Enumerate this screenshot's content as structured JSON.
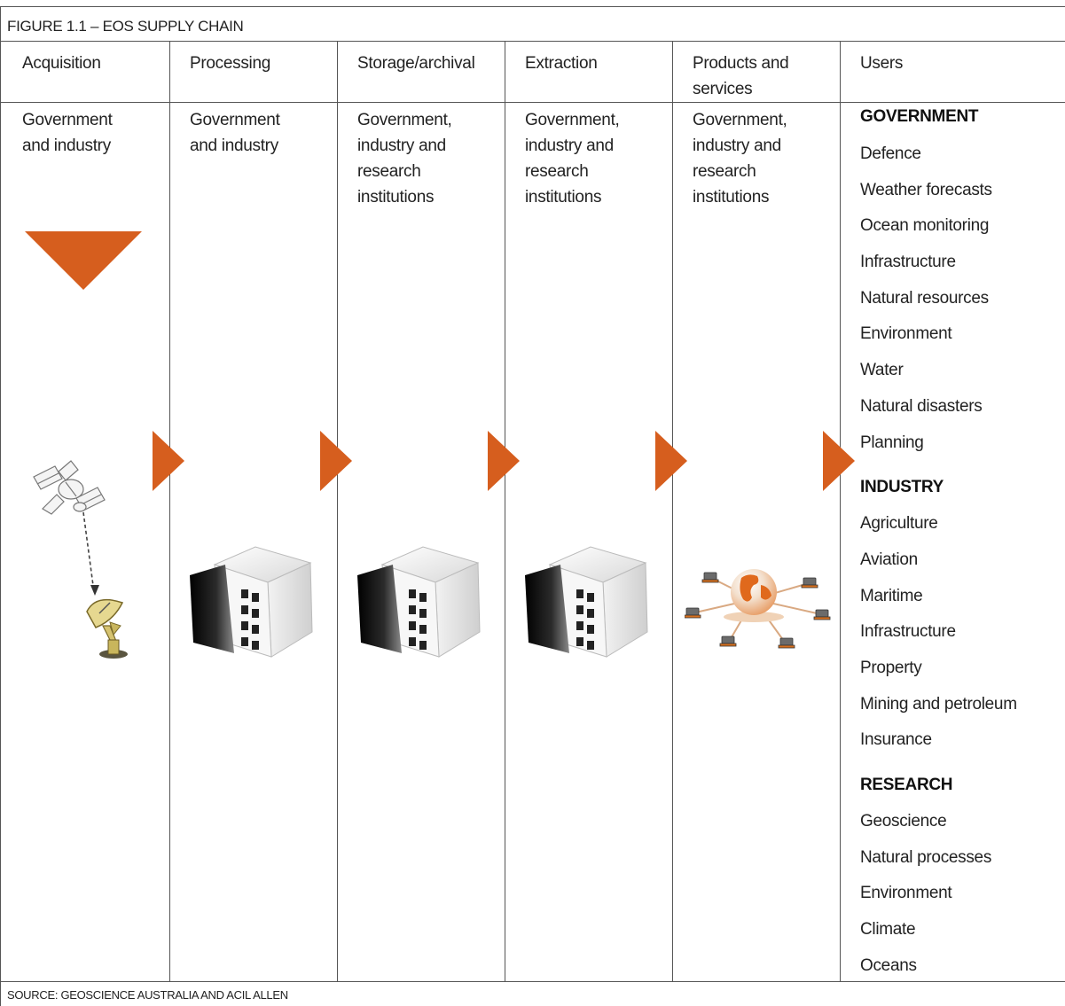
{
  "title": "FIGURE 1.1 – EOS SUPPLY CHAIN",
  "source": "SOURCE: GEOSCIENCE AUSTRALIA AND ACIL ALLEN",
  "colors": {
    "arrow": "#D65E1E",
    "border": "#555555"
  },
  "stages": [
    {
      "header": "Acquisition",
      "owner": "Government and industry",
      "icon": "satellite-to-ground-station-icon"
    },
    {
      "header": "Processing",
      "owner": "Government and industry",
      "icon": "data-centre-building-icon"
    },
    {
      "header": "Storage/archival",
      "owner": "Government, industry and research institutions",
      "icon": "data-centre-building-icon"
    },
    {
      "header": "Extraction",
      "owner": "Government, industry and research institutions",
      "icon": "data-centre-building-icon"
    },
    {
      "header": "Products and services",
      "owner": "Government, industry and research institutions",
      "icon": "globe-network-icon"
    },
    {
      "header": "Users"
    }
  ],
  "users": [
    {
      "heading": "GOVERNMENT",
      "items": [
        "Defence",
        "Weather forecasts",
        "Ocean monitoring",
        "Infrastructure",
        "Natural resources",
        "Environment",
        "Water",
        "Natural disasters",
        "Planning"
      ]
    },
    {
      "heading": "INDUSTRY",
      "items": [
        "Agriculture",
        "Aviation",
        "Maritime",
        "Infrastructure",
        "Property",
        "Mining and petroleum",
        "Insurance"
      ]
    },
    {
      "heading": "RESEARCH",
      "items": [
        "Geoscience",
        "Natural processes",
        "Environment",
        "Climate",
        "Oceans"
      ]
    }
  ]
}
